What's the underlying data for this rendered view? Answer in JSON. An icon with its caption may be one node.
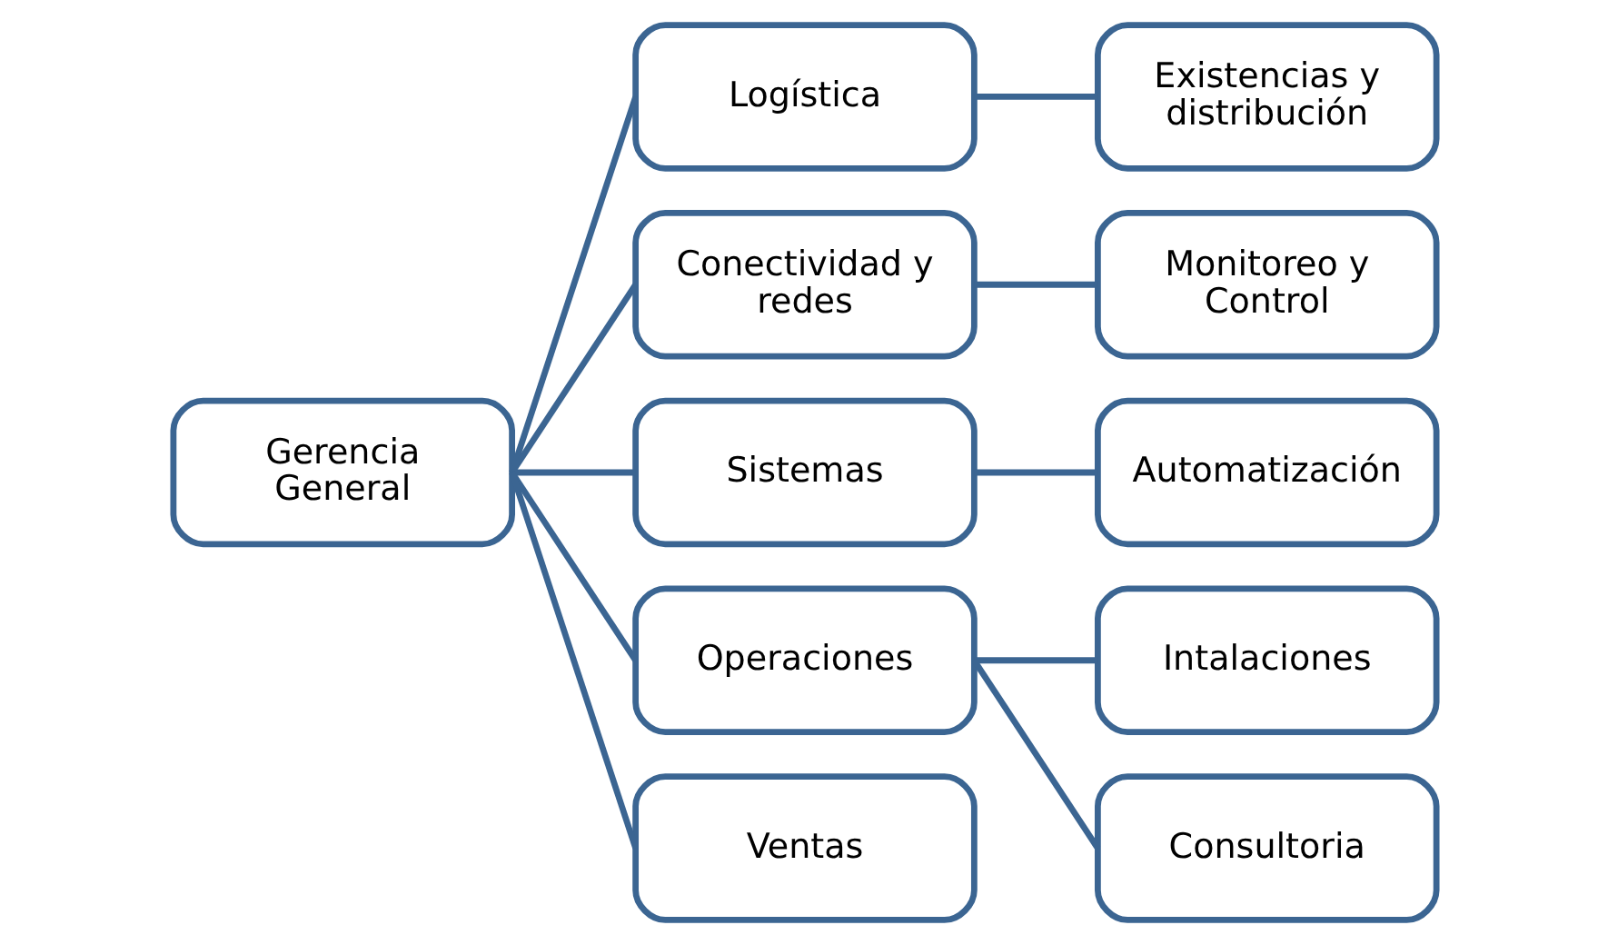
{
  "diagram": {
    "nodes": [
      {
        "text": [
          "Gerencia General"
        ]
      },
      {
        "text": [
          "Logística"
        ]
      },
      {
        "text": [
          "Conectividad y redes"
        ]
      },
      {
        "text": [
          "Sistemas"
        ]
      },
      {
        "text": [
          "Operaciones"
        ]
      },
      {
        "text": [
          "Ventas"
        ]
      },
      {
        "text": [
          "Existencias y distribución"
        ]
      },
      {
        "text": [
          "Monitoreo y Control"
        ]
      },
      {
        "text": [
          "Automatización"
        ]
      },
      {
        "text": [
          "Intalaciones"
        ]
      },
      {
        "text": [
          "Consultoria"
        ]
      }
    ],
    "edges": [
      {
        "from": 0,
        "to": 1,
        "arrow": "none"
      },
      {
        "from": 0,
        "to": 2,
        "arrow": "none"
      },
      {
        "from": 0,
        "to": 3,
        "arrow": "none"
      },
      {
        "from": 0,
        "to": 4,
        "arrow": "none"
      },
      {
        "from": 0,
        "to": 5,
        "arrow": "none"
      },
      {
        "from": 1,
        "to": 6,
        "arrow": "none"
      },
      {
        "from": 2,
        "to": 7,
        "arrow": "none"
      },
      {
        "from": 3,
        "to": 8,
        "arrow": "none"
      },
      {
        "from": 4,
        "to": 9,
        "arrow": "none"
      },
      {
        "from": 4,
        "to": 10,
        "arrow": "none"
      }
    ]
  }
}
